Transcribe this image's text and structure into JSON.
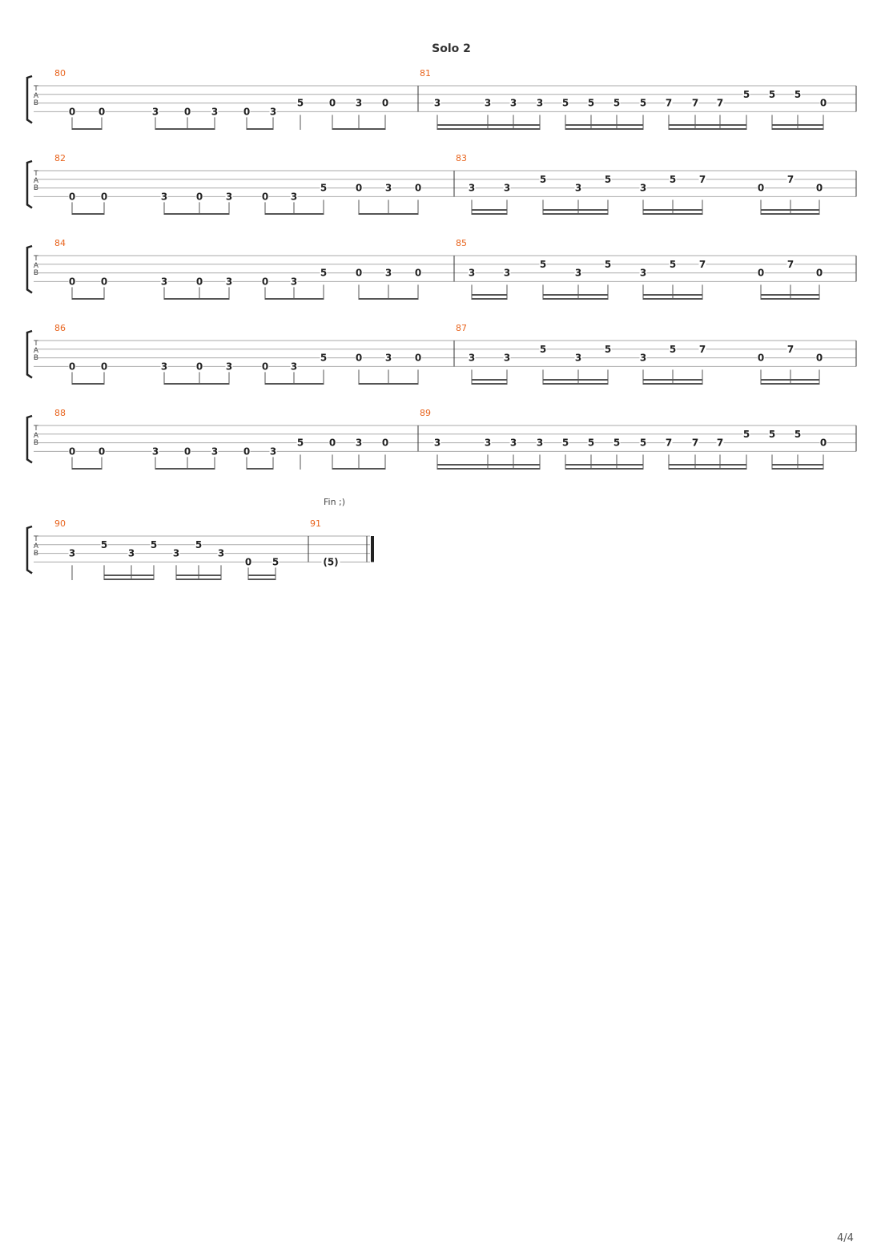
{
  "page": {
    "title": "Solo 2",
    "fin_text": "Fin ;)",
    "page_number": "4/4",
    "colors": {
      "measure_number": "#e8641e",
      "notes": "#222222",
      "lines": "#aaaaaa"
    },
    "clef": [
      "T",
      "A",
      "B"
    ]
  },
  "systems": [
    {
      "measures": [
        {
          "number": "80",
          "notes": [
            {
              "fret": "0",
              "string": 4
            },
            {
              "fret": "0",
              "string": 4
            },
            {
              "fret": "3",
              "string": 4
            },
            {
              "fret": "0",
              "string": 4
            },
            {
              "fret": "3",
              "string": 4
            },
            {
              "fret": "0",
              "string": 4
            },
            {
              "fret": "3",
              "string": 4
            },
            {
              "fret": "5",
              "string": 3
            },
            {
              "fret": "0",
              "string": 3
            },
            {
              "fret": "3",
              "string": 3
            },
            {
              "fret": "0",
              "string": 3
            }
          ]
        },
        {
          "number": "81",
          "notes": [
            {
              "fret": "3",
              "string": 3
            },
            {
              "fret": "3",
              "string": 3
            },
            {
              "fret": "3",
              "string": 3
            },
            {
              "fret": "3",
              "string": 3
            },
            {
              "fret": "5",
              "string": 3
            },
            {
              "fret": "5",
              "string": 3
            },
            {
              "fret": "5",
              "string": 3
            },
            {
              "fret": "5",
              "string": 3
            },
            {
              "fret": "7",
              "string": 3
            },
            {
              "fret": "7",
              "string": 3
            },
            {
              "fret": "7",
              "string": 3
            },
            {
              "fret": "5",
              "string": 2
            },
            {
              "fret": "5",
              "string": 2
            },
            {
              "fret": "5",
              "string": 2
            },
            {
              "fret": "0",
              "string": 3
            }
          ]
        }
      ]
    },
    {
      "measures": [
        {
          "number": "82",
          "notes": [
            {
              "fret": "0",
              "string": 4
            },
            {
              "fret": "0",
              "string": 4
            },
            {
              "fret": "3",
              "string": 4
            },
            {
              "fret": "0",
              "string": 4
            },
            {
              "fret": "3",
              "string": 4
            },
            {
              "fret": "0",
              "string": 4
            },
            {
              "fret": "3",
              "string": 4
            },
            {
              "fret": "5",
              "string": 3
            },
            {
              "fret": "0",
              "string": 3
            },
            {
              "fret": "3",
              "string": 3
            },
            {
              "fret": "0",
              "string": 3
            }
          ]
        },
        {
          "number": "83",
          "notes": [
            {
              "fret": "3",
              "string": 3
            },
            {
              "fret": "3",
              "string": 3
            },
            {
              "fret": "5",
              "string": 2
            },
            {
              "fret": "3",
              "string": 3
            },
            {
              "fret": "5",
              "string": 2
            },
            {
              "fret": "3",
              "string": 3
            },
            {
              "fret": "5",
              "string": 2
            },
            {
              "fret": "7",
              "string": 2
            },
            {
              "fret": "0",
              "string": 3
            },
            {
              "fret": "7",
              "string": 2
            },
            {
              "fret": "0",
              "string": 3
            }
          ]
        }
      ]
    },
    {
      "measures": [
        {
          "number": "84",
          "notes": [
            {
              "fret": "0",
              "string": 4
            },
            {
              "fret": "0",
              "string": 4
            },
            {
              "fret": "3",
              "string": 4
            },
            {
              "fret": "0",
              "string": 4
            },
            {
              "fret": "3",
              "string": 4
            },
            {
              "fret": "0",
              "string": 4
            },
            {
              "fret": "3",
              "string": 4
            },
            {
              "fret": "5",
              "string": 3
            },
            {
              "fret": "0",
              "string": 3
            },
            {
              "fret": "3",
              "string": 3
            },
            {
              "fret": "0",
              "string": 3
            }
          ]
        },
        {
          "number": "85",
          "notes": [
            {
              "fret": "3",
              "string": 3
            },
            {
              "fret": "3",
              "string": 3
            },
            {
              "fret": "5",
              "string": 2
            },
            {
              "fret": "3",
              "string": 3
            },
            {
              "fret": "5",
              "string": 2
            },
            {
              "fret": "3",
              "string": 3
            },
            {
              "fret": "5",
              "string": 2
            },
            {
              "fret": "7",
              "string": 2
            },
            {
              "fret": "0",
              "string": 3
            },
            {
              "fret": "7",
              "string": 2
            },
            {
              "fret": "0",
              "string": 3
            }
          ]
        }
      ]
    },
    {
      "measures": [
        {
          "number": "86",
          "notes": [
            {
              "fret": "0",
              "string": 4
            },
            {
              "fret": "0",
              "string": 4
            },
            {
              "fret": "3",
              "string": 4
            },
            {
              "fret": "0",
              "string": 4
            },
            {
              "fret": "3",
              "string": 4
            },
            {
              "fret": "0",
              "string": 4
            },
            {
              "fret": "3",
              "string": 4
            },
            {
              "fret": "5",
              "string": 3
            },
            {
              "fret": "0",
              "string": 3
            },
            {
              "fret": "3",
              "string": 3
            },
            {
              "fret": "0",
              "string": 3
            }
          ]
        },
        {
          "number": "87",
          "notes": [
            {
              "fret": "3",
              "string": 3
            },
            {
              "fret": "3",
              "string": 3
            },
            {
              "fret": "5",
              "string": 2
            },
            {
              "fret": "3",
              "string": 3
            },
            {
              "fret": "5",
              "string": 2
            },
            {
              "fret": "3",
              "string": 3
            },
            {
              "fret": "5",
              "string": 2
            },
            {
              "fret": "7",
              "string": 2
            },
            {
              "fret": "0",
              "string": 3
            },
            {
              "fret": "7",
              "string": 2
            },
            {
              "fret": "0",
              "string": 3
            }
          ]
        }
      ]
    },
    {
      "measures": [
        {
          "number": "88",
          "notes": [
            {
              "fret": "0",
              "string": 4
            },
            {
              "fret": "0",
              "string": 4
            },
            {
              "fret": "3",
              "string": 4
            },
            {
              "fret": "0",
              "string": 4
            },
            {
              "fret": "3",
              "string": 4
            },
            {
              "fret": "0",
              "string": 4
            },
            {
              "fret": "3",
              "string": 4
            },
            {
              "fret": "5",
              "string": 3
            },
            {
              "fret": "0",
              "string": 3
            },
            {
              "fret": "3",
              "string": 3
            },
            {
              "fret": "0",
              "string": 3
            }
          ]
        },
        {
          "number": "89",
          "notes": [
            {
              "fret": "3",
              "string": 3
            },
            {
              "fret": "3",
              "string": 3
            },
            {
              "fret": "3",
              "string": 3
            },
            {
              "fret": "3",
              "string": 3
            },
            {
              "fret": "5",
              "string": 3
            },
            {
              "fret": "5",
              "string": 3
            },
            {
              "fret": "5",
              "string": 3
            },
            {
              "fret": "5",
              "string": 3
            },
            {
              "fret": "7",
              "string": 3
            },
            {
              "fret": "7",
              "string": 3
            },
            {
              "fret": "7",
              "string": 3
            },
            {
              "fret": "5",
              "string": 2
            },
            {
              "fret": "5",
              "string": 2
            },
            {
              "fret": "5",
              "string": 2
            },
            {
              "fret": "0",
              "string": 3
            }
          ]
        }
      ]
    },
    {
      "measures": [
        {
          "number": "90",
          "notes": [
            {
              "fret": "3",
              "string": 3
            },
            {
              "fret": "5",
              "string": 2
            },
            {
              "fret": "3",
              "string": 3
            },
            {
              "fret": "5",
              "string": 2
            },
            {
              "fret": "3",
              "string": 3
            },
            {
              "fret": "5",
              "string": 2
            },
            {
              "fret": "3",
              "string": 3
            },
            {
              "fret": "0",
              "string": 4
            },
            {
              "fret": "5",
              "string": 4
            }
          ]
        },
        {
          "number": "91",
          "notes": [
            {
              "fret": "(5)",
              "string": 4
            }
          ]
        }
      ]
    }
  ]
}
